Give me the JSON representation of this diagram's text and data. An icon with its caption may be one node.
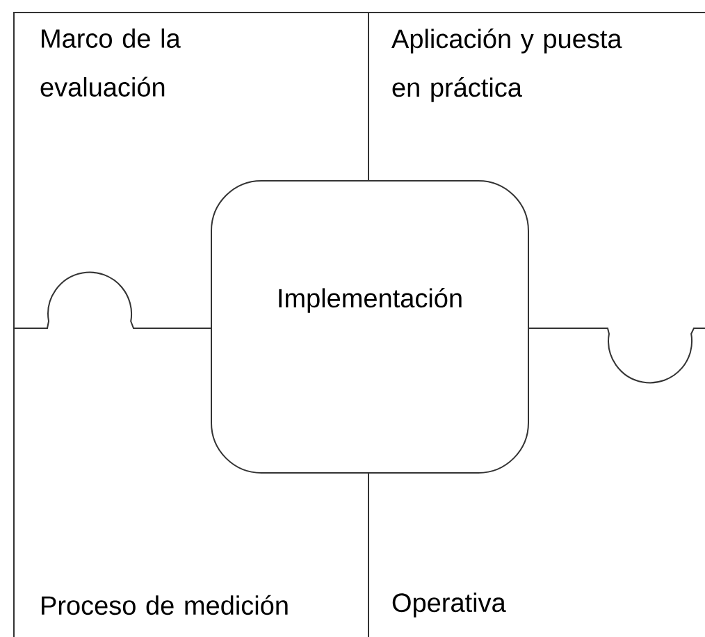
{
  "diagram": {
    "nodes": [
      {
        "text": [
          "Marco de la evaluación"
        ]
      },
      {
        "text": [
          "Aplicación y puesta en práctica"
        ]
      },
      {
        "text": [
          "Implementación"
        ]
      },
      {
        "text": [
          "Proceso de medición"
        ]
      },
      {
        "text": [
          "Operativa"
        ]
      }
    ]
  }
}
